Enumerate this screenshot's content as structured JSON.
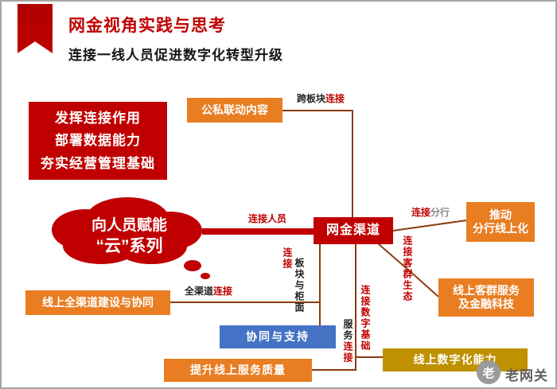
{
  "header": {
    "title": "网金视角实践与思考",
    "subtitle": "连接一线人员促进数字化转型升级"
  },
  "summary_box": {
    "lines": [
      "发挥连接作用",
      "部署数据能力",
      "夯实经营管理基础"
    ]
  },
  "cloud": {
    "line1": "向人员赋能",
    "line2": "“云”系列"
  },
  "nodes": {
    "public_private": "公私联动内容",
    "wangjin_channel": "网金渠道",
    "branch_online": {
      "line1": "推动",
      "line2": "分行线上化"
    },
    "customer_service": {
      "line1": "线上客群服务",
      "line2": "及金融科技"
    },
    "omni_channel": "线上全渠道建设与协同",
    "coordination": "协同与支持",
    "service_quality": "提升线上服务质量",
    "digital_capability": "线上数字化能力"
  },
  "edges": {
    "cross_section": {
      "black": "跨板块",
      "red": "连接"
    },
    "connect_people": "连接人员",
    "connect_branch": {
      "red": "连接",
      "gray": "分行"
    },
    "connect_customers": "连接客群生态",
    "connect_sections": {
      "red": "连接",
      "black": "板块与柜面"
    },
    "omni_connect": {
      "black": "全渠道",
      "red": "连接"
    },
    "connect_digital": "连接数字基础",
    "service_connect": {
      "black": "服务",
      "red": "连接"
    }
  },
  "watermark": {
    "logo_char": "老",
    "text": "老网关"
  },
  "colors": {
    "red": "#c00000",
    "orange": "#e87d22",
    "blue": "#4472c4",
    "olive": "#bf9000",
    "line": "#8c3b10",
    "gray_text": "#8a8a8a"
  }
}
